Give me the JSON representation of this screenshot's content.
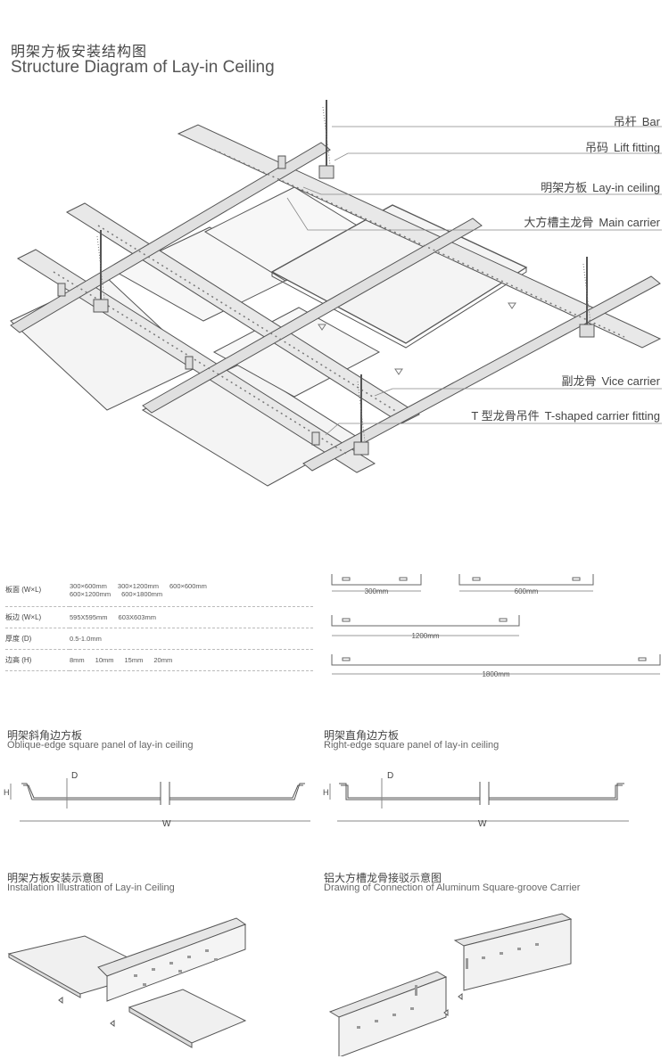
{
  "header": {
    "title_cn": "明架方板安装结构图",
    "title_en": "Structure Diagram of  Lay-in Ceiling"
  },
  "callouts": [
    {
      "cn": "吊杆",
      "en": "Bar"
    },
    {
      "cn": "吊码",
      "en": "Lift fitting"
    },
    {
      "cn": "明架方板",
      "en": "Lay-in ceiling"
    },
    {
      "cn": "大方槽主龙骨",
      "en": "Main carrier"
    },
    {
      "cn": "副龙骨",
      "en": "Vice carrier"
    },
    {
      "cn": "T 型龙骨吊件",
      "en": "T-shaped carrier fitting"
    }
  ],
  "spec_table": [
    {
      "label": "板面 (W×L)",
      "values": [
        "300×600mm",
        "300×1200mm",
        "600×600mm",
        "600×1200mm",
        "600×1800mm"
      ]
    },
    {
      "label": "板边 (W×L)",
      "values": [
        "595X595mm",
        "603X603mm"
      ]
    },
    {
      "label": "厚度 (D)",
      "values": [
        "0.5-1.0mm"
      ]
    },
    {
      "label": "边高 (H)",
      "values": [
        "8mm",
        "10mm",
        "15mm",
        "20mm"
      ]
    }
  ],
  "carrier_lengths": [
    "300mm",
    "600mm",
    "1200mm",
    "1800mm"
  ],
  "oblique": {
    "title_cn": "明架斜角边方板",
    "title_en": "Oblique-edge square panel of lay-in ceiling",
    "label_d": "D",
    "label_h": "H",
    "label_w": "W"
  },
  "right": {
    "title_cn": "明架直角边方板",
    "title_en": "Right-edge square panel of lay-in ceiling",
    "label_d": "D",
    "label_h": "H",
    "label_w": "W"
  },
  "installation": {
    "title_cn": "明架方板安装示意图",
    "title_en": "Installation Illustration of Lay-in Ceiling"
  },
  "connection": {
    "title_cn": "铝大方槽龙骨接驳示意图",
    "title_en": "Drawing of Connection of Aluminum Square-groove Carrier"
  },
  "colors": {
    "line": "#555555",
    "panel": "#f2f2f2",
    "rail": "#e6e6e6"
  }
}
